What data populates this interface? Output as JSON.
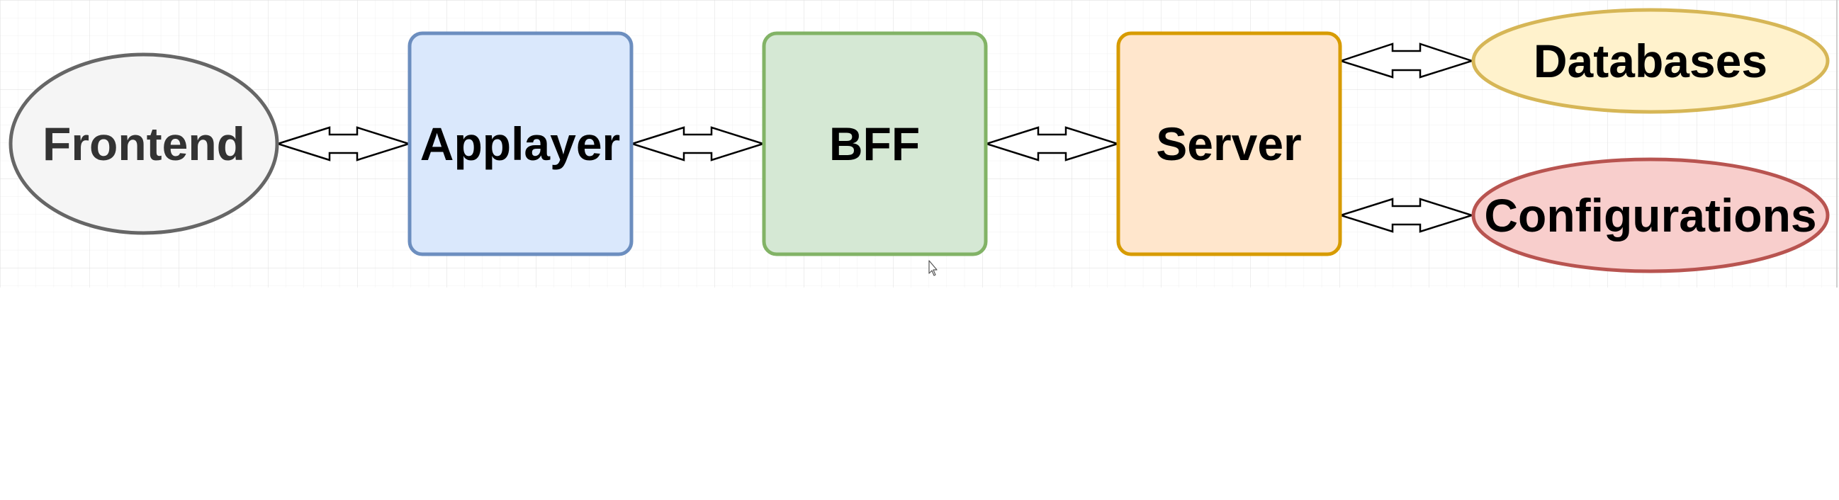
{
  "diagram": {
    "nodes": [
      {
        "id": "frontend",
        "label": "Frontend",
        "shape": "ellipse",
        "fill": "#f5f5f5",
        "stroke": "#666666",
        "text_color": "#333333"
      },
      {
        "id": "applayer",
        "label": "Applayer",
        "shape": "rounded-rect",
        "fill": "#dae8fc",
        "stroke": "#6c8ebf",
        "text_color": "#000000"
      },
      {
        "id": "bff",
        "label": "BFF",
        "shape": "rounded-rect",
        "fill": "#d5e8d4",
        "stroke": "#82b366",
        "text_color": "#000000"
      },
      {
        "id": "server",
        "label": "Server",
        "shape": "rounded-rect",
        "fill": "#ffe6cc",
        "stroke": "#d79b00",
        "text_color": "#000000"
      },
      {
        "id": "databases",
        "label": "Databases",
        "shape": "ellipse",
        "fill": "#fff2cc",
        "stroke": "#d6b656",
        "text_color": "#000000"
      },
      {
        "id": "configurations",
        "label": "Configurations",
        "shape": "ellipse",
        "fill": "#f8cecc",
        "stroke": "#b85450",
        "text_color": "#000000"
      }
    ],
    "edges": [
      {
        "from": "frontend",
        "to": "applayer",
        "type": "double-arrow"
      },
      {
        "from": "applayer",
        "to": "bff",
        "type": "double-arrow"
      },
      {
        "from": "bff",
        "to": "server",
        "type": "double-arrow"
      },
      {
        "from": "server",
        "to": "databases",
        "type": "double-arrow"
      },
      {
        "from": "server",
        "to": "configurations",
        "type": "double-arrow"
      }
    ],
    "grid": true,
    "grid_color": "#e6e6e6"
  },
  "cursor": {
    "icon": "mouse-pointer-icon"
  }
}
